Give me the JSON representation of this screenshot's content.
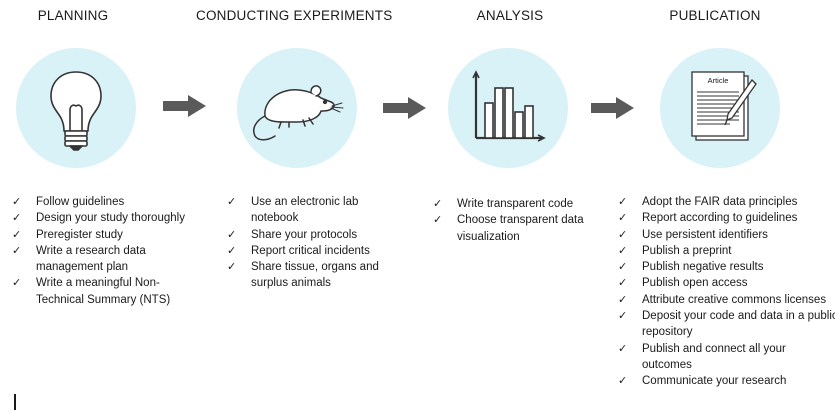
{
  "stages": [
    {
      "title": "PLANNING",
      "icon": "lightbulb-icon",
      "items": [
        "Follow guidelines",
        "Design your study thoroughly",
        "Preregister study",
        "Write a research data management plan",
        "Write a meaningful Non-Technical Summary (NTS)"
      ]
    },
    {
      "title": "CONDUCTING EXPERIMENTS",
      "icon": "mouse-icon",
      "items": [
        "Use an electronic lab notebook",
        "Share your protocols",
        "Report critical incidents",
        "Share tissue, organs and surplus animals"
      ]
    },
    {
      "title": "ANALYSIS",
      "icon": "bar-chart-icon",
      "items": [
        "Write transparent code",
        "Choose transparent data visualization"
      ]
    },
    {
      "title": "PUBLICATION",
      "icon": "article-icon",
      "article_label": "Article",
      "items": [
        "Adopt the FAIR data principles",
        "Report according to guidelines",
        "Use persistent identifiers",
        "Publish a preprint",
        "Publish negative results",
        "Publish open access",
        "Attribute creative commons licenses",
        "Deposit your code and data in a public repository",
        "Publish and connect all your outcomes",
        "Communicate your research"
      ]
    }
  ],
  "check_glyph": "✓",
  "colors": {
    "circle": "#d9f2f7",
    "arrow": "#5a5a5a",
    "text": "#1a1a1a"
  }
}
